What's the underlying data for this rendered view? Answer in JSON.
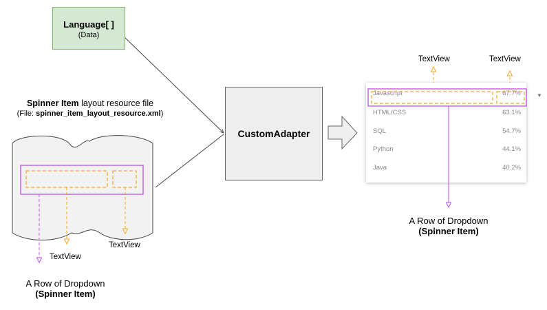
{
  "data_source": {
    "title": "Language[ ]",
    "subtitle": "(Data)"
  },
  "layout_resource": {
    "title_bold": "Spinner Item",
    "title_rest": "layout resource file",
    "file_prefix": "(File: ",
    "file_name": "spinner_item_layout_resource.xml",
    "file_suffix": ")"
  },
  "adapter": {
    "label": "CustomAdapter"
  },
  "left_labels": {
    "textview_right": "TextView",
    "textview_left": "TextView"
  },
  "left_caption": {
    "line1": "A Row of Dropdown",
    "line2": "(Spinner Item)"
  },
  "dropdown": {
    "label_left": "TextView",
    "label_right": "TextView",
    "caret": "▼",
    "rows": [
      {
        "name": "Javascript",
        "pct": "67.7%"
      },
      {
        "name": "HTML/CSS",
        "pct": "63.1%"
      },
      {
        "name": "SQL",
        "pct": "54.7%"
      },
      {
        "name": "Python",
        "pct": "44.1%"
      },
      {
        "name": "Java",
        "pct": "40.2%"
      }
    ]
  },
  "right_caption": {
    "line1": "A Row of Dropdown",
    "line2": "(Spinner Item)"
  },
  "colors": {
    "orange": "#f5a623",
    "purple": "#b94ee8",
    "green_fill": "#d5e8d4",
    "green_stroke": "#82b366"
  }
}
